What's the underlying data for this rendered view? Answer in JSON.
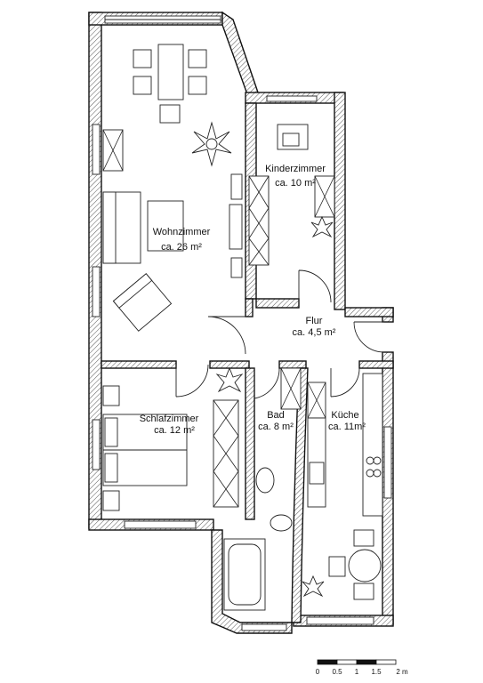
{
  "rooms": {
    "wohnzimmer": {
      "name": "Wohnzimmer",
      "area": "ca. 26 m²"
    },
    "kinderzimmer": {
      "name": "Kinderzimmer",
      "area": "ca. 10 m²"
    },
    "flur": {
      "name": "Flur",
      "area": "ca. 4,5 m²"
    },
    "schlafzimmer": {
      "name": "Schlafzimmer",
      "area": "ca. 12 m²"
    },
    "bad": {
      "name": "Bad",
      "area": "ca. 8 m²"
    },
    "kueche": {
      "name": "Küche",
      "area": "ca. 11m²"
    }
  },
  "scale_bar": {
    "ticks": [
      "0",
      "0.5",
      "1",
      "1.5",
      "2 m"
    ]
  },
  "colors": {
    "wall_stroke": "#111111",
    "hatch": "#555555",
    "background": "#ffffff"
  }
}
